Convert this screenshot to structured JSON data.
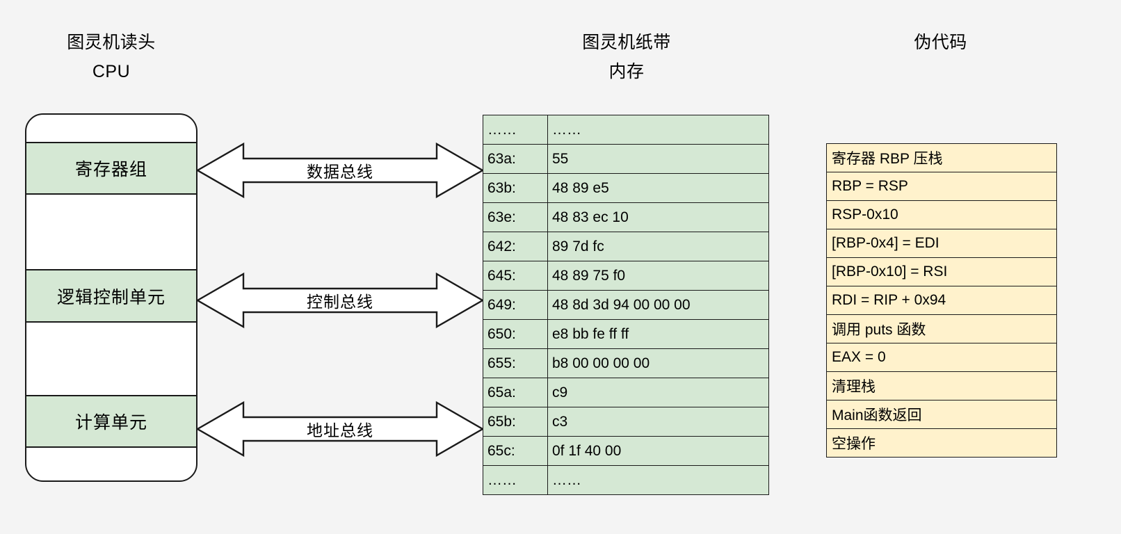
{
  "titles": {
    "cpu_line1": "图灵机读头",
    "cpu_line2": "CPU",
    "memory_line1": "图灵机纸带",
    "memory_line2": "内存",
    "pseudo_line1": "伪代码"
  },
  "colors": {
    "background": "#f4f4f4",
    "green_fill": "#d5e8d4",
    "yellow_fill": "#fff2cc",
    "stroke": "#1a1a1a",
    "white_fill": "#ffffff"
  },
  "cpu": {
    "bands": [
      {
        "label": "寄存器组",
        "filled": true
      },
      {
        "label": "逻辑控制单元",
        "filled": true
      },
      {
        "label": "计算单元",
        "filled": true
      }
    ]
  },
  "buses": [
    {
      "label": "数据总线",
      "name": "data-bus"
    },
    {
      "label": "控制总线",
      "name": "control-bus"
    },
    {
      "label": "地址总线",
      "name": "address-bus"
    }
  ],
  "memory": {
    "rows": [
      {
        "address": "……",
        "value": "……"
      },
      {
        "address": "63a:",
        "value": "55"
      },
      {
        "address": "63b:",
        "value": "48 89 e5"
      },
      {
        "address": "63e:",
        "value": "48 83 ec 10"
      },
      {
        "address": "642:",
        "value": "89 7d fc"
      },
      {
        "address": "645:",
        "value": "48 89 75 f0"
      },
      {
        "address": "649:",
        "value": "48 8d 3d 94 00 00 00"
      },
      {
        "address": "650:",
        "value": "e8 bb fe ff ff"
      },
      {
        "address": "655:",
        "value": "b8 00 00 00 00"
      },
      {
        "address": "65a:",
        "value": "c9"
      },
      {
        "address": "65b:",
        "value": "c3"
      },
      {
        "address": "65c:",
        "value": "0f 1f 40 00"
      },
      {
        "address": "……",
        "value": "……"
      }
    ]
  },
  "pseudocode": {
    "rows": [
      "寄存器 RBP 压栈",
      "RBP = RSP",
      "RSP-0x10",
      "[RBP-0x4] = EDI",
      "[RBP-0x10] = RSI",
      "RDI = RIP + 0x94",
      "调用 puts 函数",
      "EAX = 0",
      "清理栈",
      "Main函数返回",
      "空操作"
    ]
  }
}
